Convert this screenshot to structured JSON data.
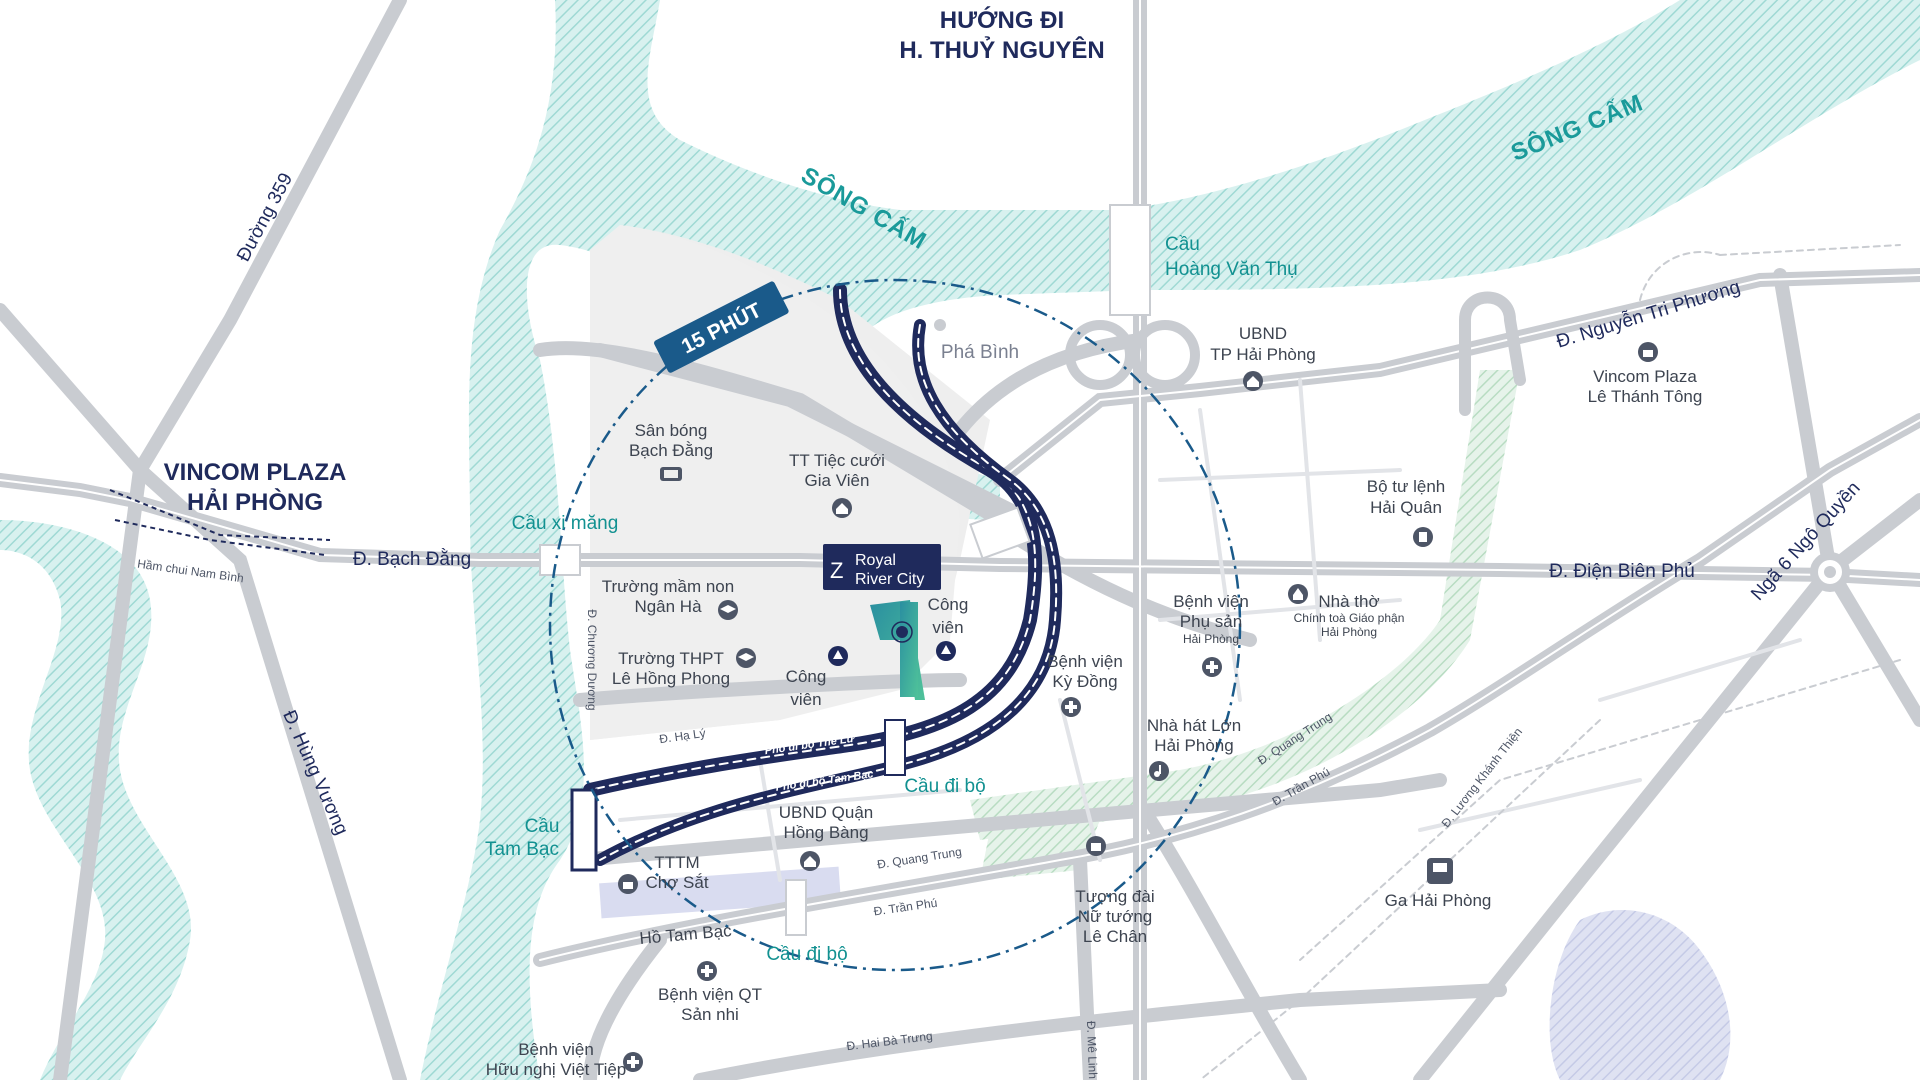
{
  "colors": {
    "river": "#b8e6e2",
    "road": "#c9ccd1",
    "roadEdge": "#ffffff",
    "navy": "#1f2a5c",
    "teal": "#129191",
    "district": "#eeeeee",
    "lake": "#d9dcf0",
    "project": "#2aa198",
    "badge": "#1a5a8a"
  },
  "title": {
    "line1": "HƯỚNG ĐI",
    "line2": "H. THUỶ NGUYÊN"
  },
  "rivers": [
    "SÔNG CẤM",
    "SÔNG CẤM"
  ],
  "badge": "15 PHÚT",
  "logo": {
    "line1": "Royal",
    "line2": "River City"
  },
  "vincom_plaza": {
    "line1": "VINCOM PLAZA",
    "line2": "HẢI PHÒNG"
  },
  "roads": {
    "duong359": "Đường 359",
    "bach_dang": "Đ. Bạch Đằng",
    "ham_chui": "Hầm chui Nam Bình",
    "hung_vuong": "Đ. Hùng Vương",
    "chuong_duong": "Đ. Chương Dương",
    "ha_ly": "Đ. Hạ Lý",
    "pho_the_lu": "Phố đi bộ Thế Lữ",
    "pho_tam_bac": "Phố đi bộ Tam Bạc",
    "nguyen_tri_phuong": "Đ. Nguyễn Tri Phương",
    "dien_bien_phu": "Đ. Điện Biên Phủ",
    "quang_trung_right": "Đ. Quang Trung",
    "tran_phu_right": "Đ. Trần Phú",
    "luong_khanh_thien": "Đ. Lương Khánh Thiện",
    "quang_trung_left": "Đ. Quang Trung",
    "tran_phu_left": "Đ. Trần Phú",
    "hai_ba_trung": "Đ. Hai Bà Trưng",
    "me_linh": "Đ. Mê Linh",
    "nga6": "Ngã 6 Ngô Quyền"
  },
  "bridges": {
    "hoang_van_thu": {
      "line1": "Cầu",
      "line2": "Hoàng Văn Thụ"
    },
    "xi_mang": "Cầu xi măng",
    "tam_bac": {
      "line1": "Cầu",
      "line2": "Tam Bạc"
    },
    "di_bo_1": "Cầu đi bộ",
    "di_bo_2": "Cầu đi bộ"
  },
  "places": {
    "pha_binh": "Phá Bình",
    "ubnd_tp": {
      "line1": "UBND",
      "line2": "TP Hải Phòng"
    },
    "vincom_ltt": {
      "line1": "Vincom Plaza",
      "line2": "Lê Thánh Tông"
    },
    "bo_tu_lenh": {
      "line1": "Bộ tư lệnh",
      "line2": "Hải Quân"
    },
    "san_bong": {
      "line1": "Sân bóng",
      "line2": "Bạch Đằng"
    },
    "tt_tiec_cuoi": {
      "line1": "TT Tiệc cưới",
      "line2": "Gia Viên"
    },
    "mam_non": {
      "line1": "Trường mầm non",
      "line2": "Ngân Hà"
    },
    "thpt": {
      "line1": "Trường THPT",
      "line2": "Lê Hồng Phong"
    },
    "cong_vien_1": {
      "line1": "Công",
      "line2": "viên"
    },
    "cong_vien_2": {
      "line1": "Công",
      "line2": "viên"
    },
    "bv_phu_san": {
      "line1": "Bệnh viện",
      "line2": "Phụ sản",
      "line3": "Hải Phòng"
    },
    "nha_tho": {
      "line1": "Nhà thờ",
      "line2": "Chính toà Giáo phận",
      "line3": "Hải Phòng"
    },
    "bv_ky_dong": {
      "line1": "Bệnh viện",
      "line2": "Kỳ Đồng"
    },
    "nha_hat": {
      "line1": "Nhà hát Lớn",
      "line2": "Hải Phòng"
    },
    "ubnd_hb": {
      "line1": "UBND Quận",
      "line2": "Hồng Bàng"
    },
    "tttm": {
      "line1": "TTTM",
      "line2": "Chợ Sắt"
    },
    "ho_tam_bac": "Hồ Tam Bạc",
    "tuong_dai": {
      "line1": "Tượng đài",
      "line2": "Nữ tướng",
      "line3": "Lê Chân"
    },
    "ga_hp": "Ga Hải Phòng",
    "bv_nhi": {
      "line1": "Bệnh viện QT",
      "line2": "Sản nhi"
    },
    "bv_vt": {
      "line1": "Bệnh viện",
      "line2": "Hữu nghị Việt Tiệp"
    }
  },
  "icons": [
    "stadium-icon",
    "home-icon",
    "school-icon",
    "tree-icon",
    "hospital-icon",
    "church-icon",
    "music-icon",
    "bag-icon",
    "train-icon",
    "monument-icon",
    "shield-icon"
  ]
}
